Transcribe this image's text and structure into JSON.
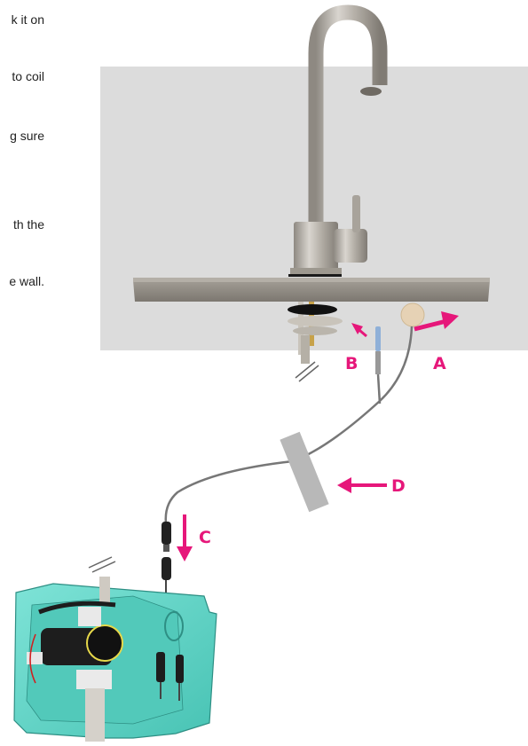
{
  "instructions": {
    "lines": [
      "k it on",
      "to coil",
      "g  sure",
      "th  the",
      "e wall."
    ]
  },
  "callouts": {
    "a": "A",
    "b": "B",
    "c": "C",
    "d": "D"
  },
  "colors": {
    "arrow": "#e6177a",
    "wall_panel": "#dcdcdc",
    "countertop": "#8f8a83",
    "chrome": "#b3aea6",
    "cable": "#777777",
    "control_box": "#5fd6c8",
    "clamp_bar": "#b8b8b8",
    "sensor_disc": "#e6d2b5",
    "connector_tip": "#8fb0d8"
  }
}
